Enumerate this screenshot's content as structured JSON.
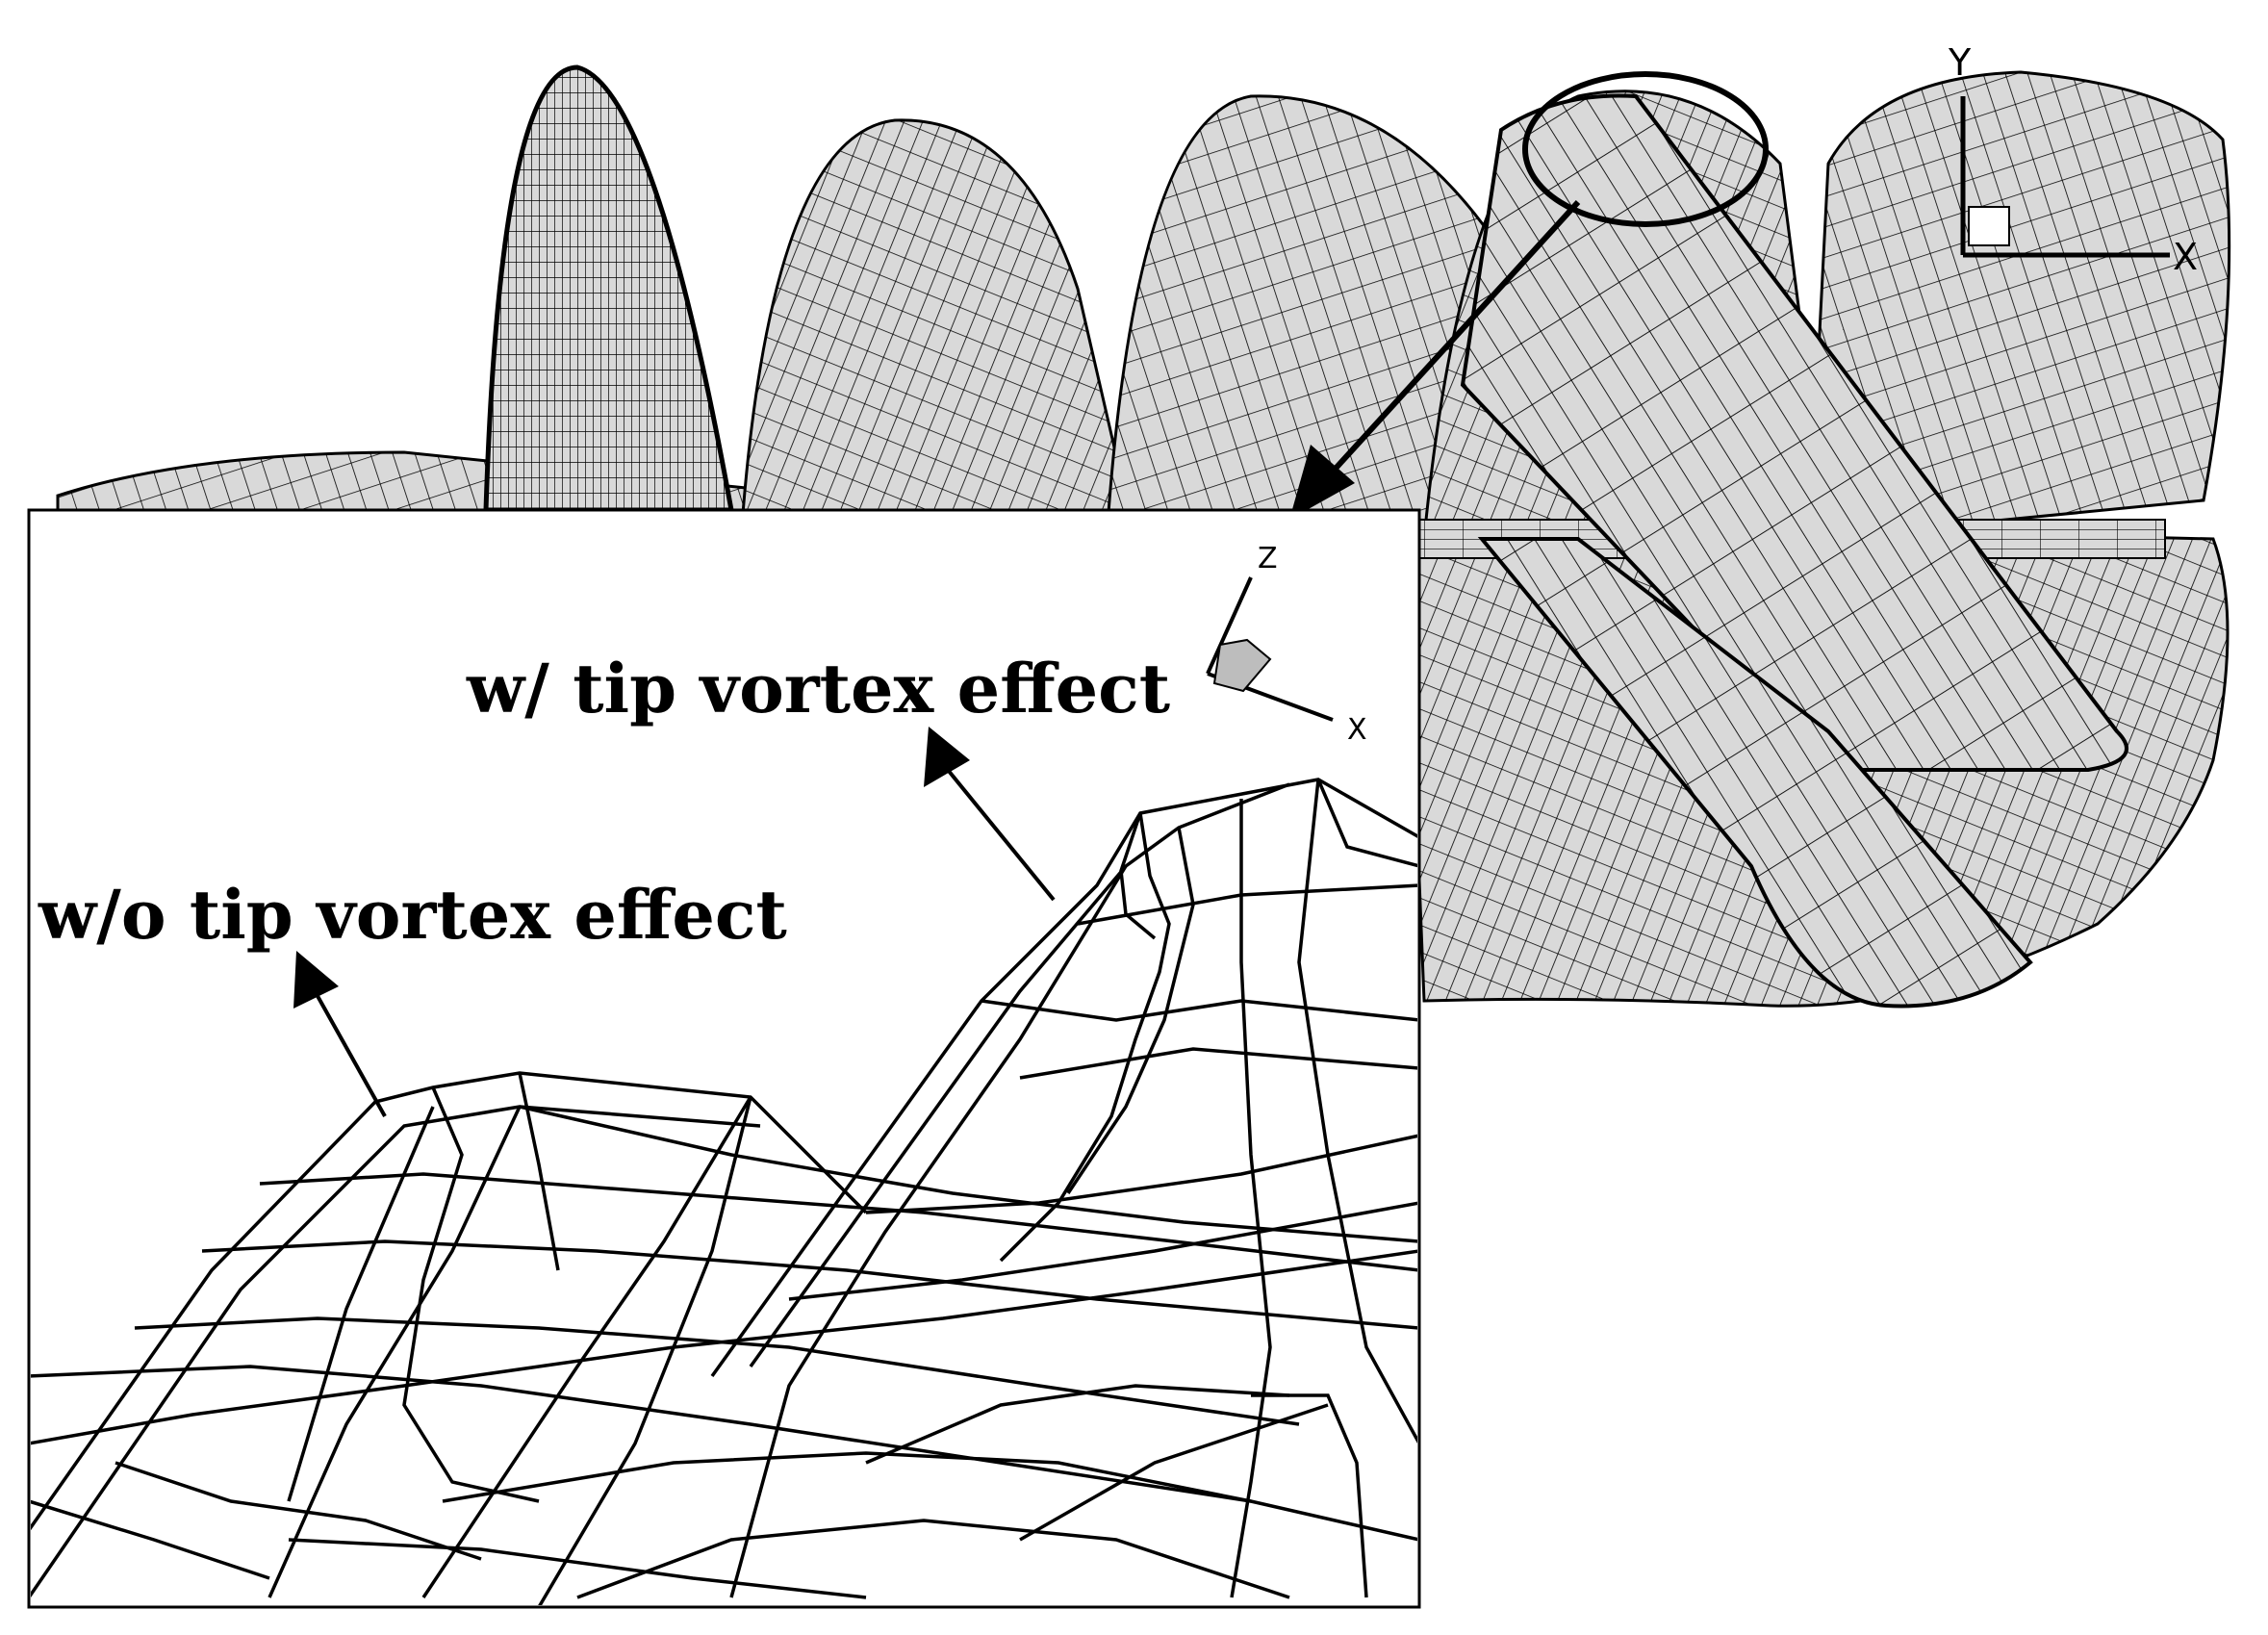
{
  "annotations": {
    "with_effect": "w/ tip vortex effect",
    "without_effect": "w/o tip vortex effect"
  },
  "main_axes": {
    "y": "Y",
    "x": "X"
  },
  "inset_axes": {
    "z": "Z",
    "x": "X"
  },
  "colors": {
    "surface": "#d9d9d9",
    "line": "#000000",
    "background": "#ffffff"
  }
}
